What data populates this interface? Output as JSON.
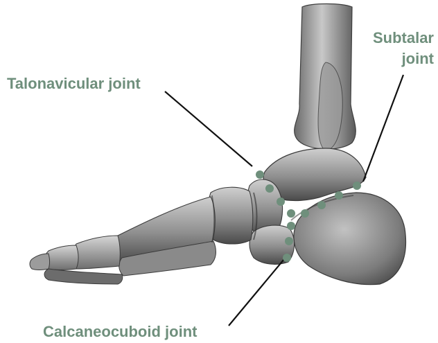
{
  "labels": {
    "talonavicular": "Talonavicular joint",
    "subtalar_line1": "Subtalar",
    "subtalar_line2": "joint",
    "calcaneocuboid": "Calcaneocuboid joint"
  },
  "colors": {
    "label_text": "#6f8f7c",
    "marker_dot": "#6f8f7c",
    "leader_line": "#111111",
    "bone_light": "#b9b9b9",
    "bone_dark": "#4a4a4a",
    "background": "#ffffff"
  }
}
